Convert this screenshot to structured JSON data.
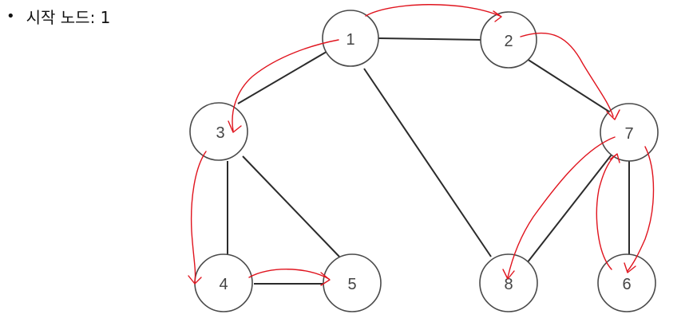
{
  "header": {
    "bullet": "•",
    "text": "시작 노드: 1"
  },
  "graph": {
    "nodes": [
      {
        "id": "1",
        "label": "1"
      },
      {
        "id": "2",
        "label": "2"
      },
      {
        "id": "3",
        "label": "3"
      },
      {
        "id": "4",
        "label": "4"
      },
      {
        "id": "5",
        "label": "5"
      },
      {
        "id": "6",
        "label": "6"
      },
      {
        "id": "7",
        "label": "7"
      },
      {
        "id": "8",
        "label": "8"
      }
    ],
    "edges": [
      [
        "1",
        "2"
      ],
      [
        "1",
        "3"
      ],
      [
        "1",
        "8"
      ],
      [
        "2",
        "7"
      ],
      [
        "3",
        "4"
      ],
      [
        "3",
        "5"
      ],
      [
        "4",
        "5"
      ],
      [
        "7",
        "6"
      ],
      [
        "7",
        "8"
      ]
    ],
    "traversal_order": [
      "1",
      "2",
      "7",
      "6",
      "8",
      "3",
      "4",
      "5"
    ],
    "colors": {
      "edge": "#2b2b2b",
      "node_stroke": "#4a4a4a",
      "node_label": "#444444",
      "traversal_arrow": "#e0141e"
    }
  }
}
